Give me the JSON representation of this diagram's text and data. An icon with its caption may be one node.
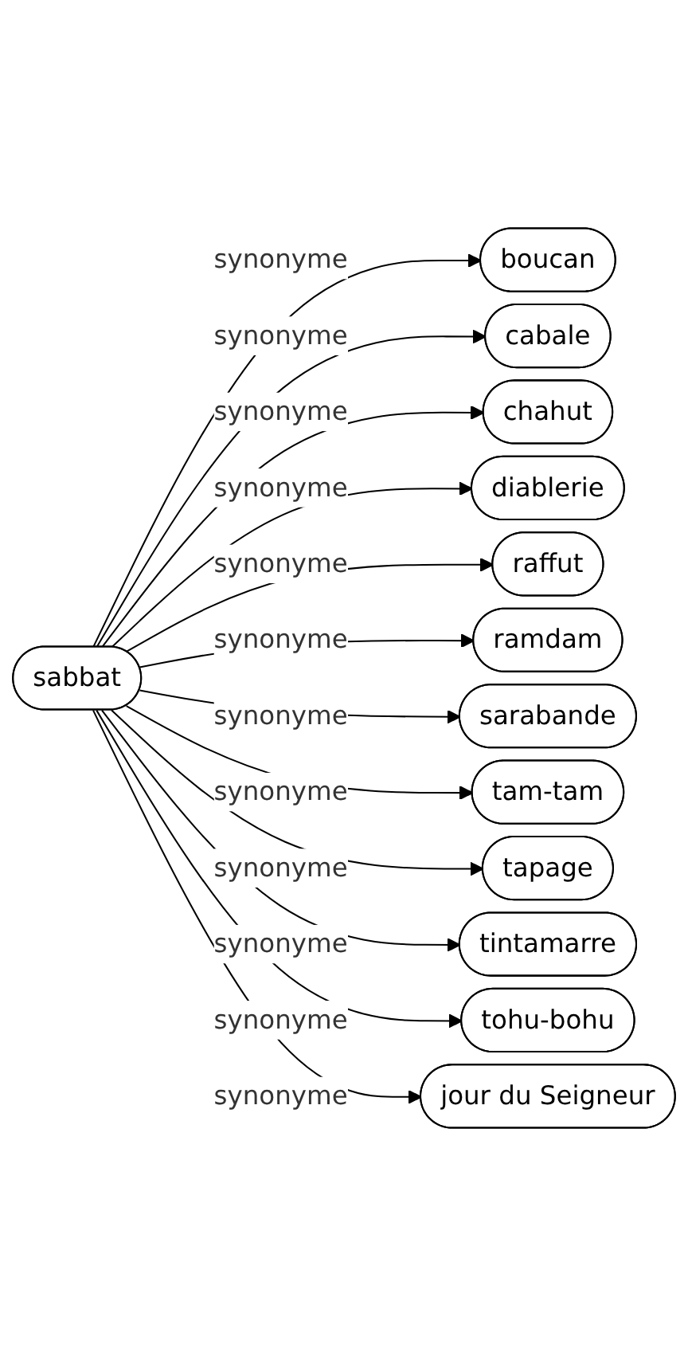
{
  "diagram": {
    "nodes": [
      {
        "text": [
          "sabbat"
        ]
      },
      {
        "text": [
          "boucan"
        ]
      },
      {
        "text": [
          "cabale"
        ]
      },
      {
        "text": [
          "chahut"
        ]
      },
      {
        "text": [
          "diablerie"
        ]
      },
      {
        "text": [
          "raffut"
        ]
      },
      {
        "text": [
          "ramdam"
        ]
      },
      {
        "text": [
          "sarabande"
        ]
      },
      {
        "text": [
          "tam-tam"
        ]
      },
      {
        "text": [
          "tapage"
        ]
      },
      {
        "text": [
          "tintamarre"
        ]
      },
      {
        "text": [
          "tohu-bohu"
        ]
      },
      {
        "text": [
          "jour du Seigneur"
        ]
      }
    ],
    "edges": [
      {
        "from": 0,
        "to": 1,
        "arrow": "to",
        "label": "synonyme"
      },
      {
        "from": 0,
        "to": 2,
        "arrow": "to",
        "label": "synonyme"
      },
      {
        "from": 0,
        "to": 3,
        "arrow": "to",
        "label": "synonyme"
      },
      {
        "from": 0,
        "to": 4,
        "arrow": "to",
        "label": "synonyme"
      },
      {
        "from": 0,
        "to": 5,
        "arrow": "to",
        "label": "synonyme"
      },
      {
        "from": 0,
        "to": 6,
        "arrow": "to",
        "label": "synonyme"
      },
      {
        "from": 0,
        "to": 7,
        "arrow": "to",
        "label": "synonyme"
      },
      {
        "from": 0,
        "to": 8,
        "arrow": "to",
        "label": "synonyme"
      },
      {
        "from": 0,
        "to": 9,
        "arrow": "to",
        "label": "synonyme"
      },
      {
        "from": 0,
        "to": 10,
        "arrow": "to",
        "label": "synonyme"
      },
      {
        "from": 0,
        "to": 11,
        "arrow": "to",
        "label": "synonyme"
      },
      {
        "from": 0,
        "to": 12,
        "arrow": "to",
        "label": "synonyme"
      }
    ]
  }
}
